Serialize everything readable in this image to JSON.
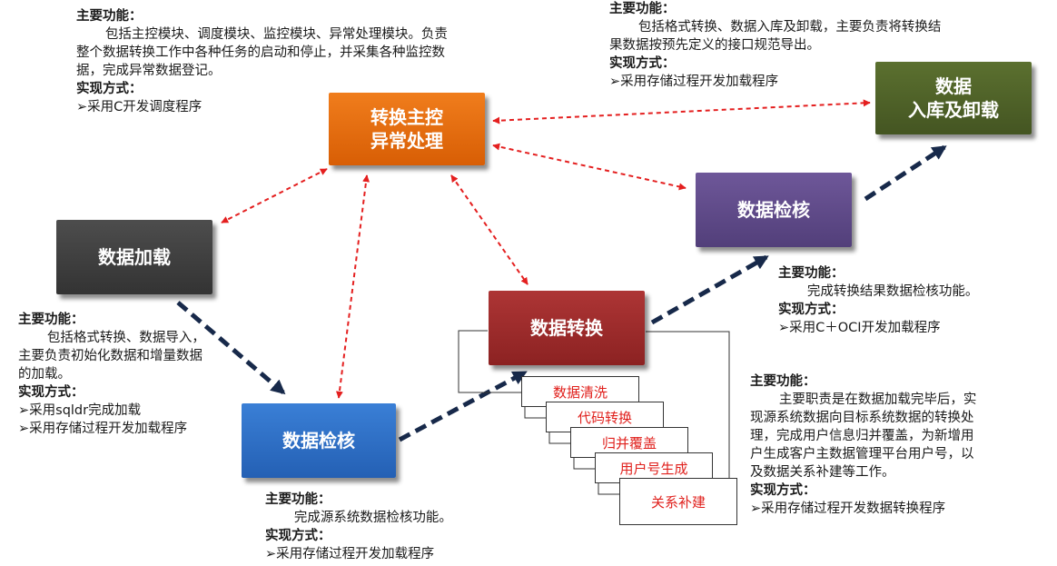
{
  "boxes": {
    "main_control": {
      "line1": "转换主控",
      "line2": "异常处理",
      "color": "#ec6d0c"
    },
    "load_db": {
      "line1": "数据",
      "line2": "入库及卸载",
      "color": "#4f6228"
    },
    "data_load": {
      "label": "数据加载",
      "color": "#3f3f3f"
    },
    "source_check": {
      "label": "数据检核",
      "color": "#2e6ec6"
    },
    "data_convert": {
      "label": "数据转换",
      "color": "#9e2a2a"
    },
    "result_check": {
      "label": "数据检核",
      "color": "#604a8a"
    }
  },
  "sub_steps": [
    "数据清洗",
    "代码转换",
    "归并覆盖",
    "用户号生成",
    "关系补建"
  ],
  "descriptions": {
    "main_control": {
      "title": "主要功能：",
      "line1": "包括主控模块、调度模块、监控模块、异常处理模块。负责",
      "line2": "整个数据转换工作中各种任务的启动和停止，并采集各种监控数",
      "line3": "据，完成异常数据登记。",
      "impl_title": "实现方式：",
      "impl1": "➢采用C开发调度程序"
    },
    "load_db": {
      "title": "主要功能：",
      "line1": "包括格式转换、数据入库及卸载，主要负责将转换结",
      "line2": "果数据按预先定义的接口规范导出。",
      "impl_title": "实现方式：",
      "impl1": "➢采用存储过程开发加载程序"
    },
    "data_load": {
      "title": "主要功能：",
      "line1": "包括格式转换、数据导入，",
      "line2": "主要负责初始化数据和增量数据",
      "line3": "的加载。",
      "impl_title": "实现方式：",
      "impl1": "➢采用sqldr完成加载",
      "impl2": "➢采用存储过程开发加载程序"
    },
    "source_check": {
      "title": "主要功能：",
      "line1": "完成源系统数据检核功能。",
      "impl_title": "实现方式：",
      "impl1": "➢采用存储过程开发加载程序"
    },
    "result_check": {
      "title": "主要功能：",
      "line1": "完成转换结果数据检核功能。",
      "impl_title": "实现方式：",
      "impl1": "➢采用C＋OCI开发加载程序"
    },
    "data_convert": {
      "title": "主要功能：",
      "line1": "主要职责是在数据加载完毕后，实",
      "line2": "现源系统数据向目标系统数据的转换处",
      "line3": "理，完成用户信息归并覆盖，为新增用",
      "line4": "户生成客户主数据管理平台用户号，以",
      "line5": "及数据关系补建等工作。",
      "impl_title": "实现方式：",
      "impl1": "➢采用存储过程开发数据转换程序"
    }
  }
}
